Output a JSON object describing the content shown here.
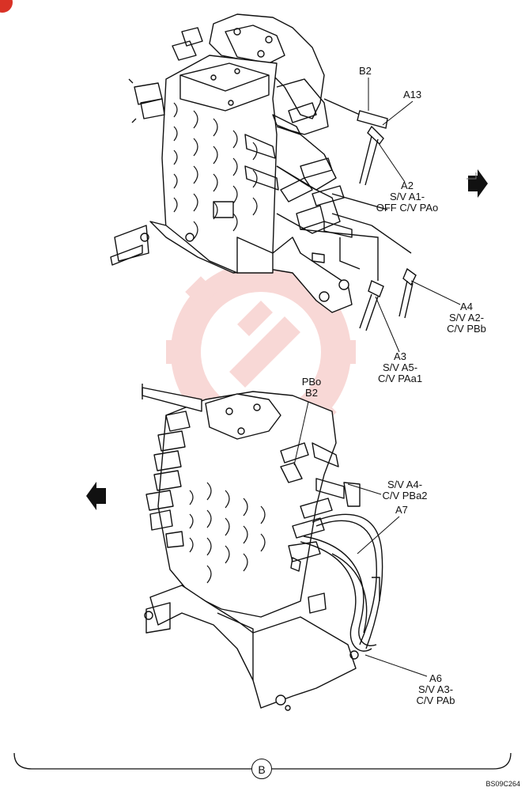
{
  "labels": {
    "b2_top": "B2",
    "a13": "A13",
    "a2": "A2",
    "a2_desc1": "S/V A1-",
    "a2_desc2": "OFF C/V PAo",
    "a4": "A4",
    "a4_desc1": "S/V A2-",
    "a4_desc2": "C/V PBb",
    "a3": "A3",
    "a3_desc1": "S/V A5-",
    "a3_desc2": "C/V PAa1",
    "pbo": "PBo",
    "b2_bottom": "B2",
    "sv_a4": "S/V A4-",
    "cv_pba2": "C/V PBa2",
    "a7": "A7",
    "a6": "A6",
    "a6_desc1": "S/V A3-",
    "a6_desc2": "C/V PAb"
  },
  "bracket_label": "B",
  "figure_code": "BS09C264",
  "icons": {
    "arrow_right": "arrow-right-icon",
    "arrow_left": "arrow-left-icon",
    "watermark": "gear-wrench-watermark-icon"
  },
  "colors": {
    "line": "#111111",
    "watermark": "#f3b9b5",
    "badge": "#d93226"
  }
}
